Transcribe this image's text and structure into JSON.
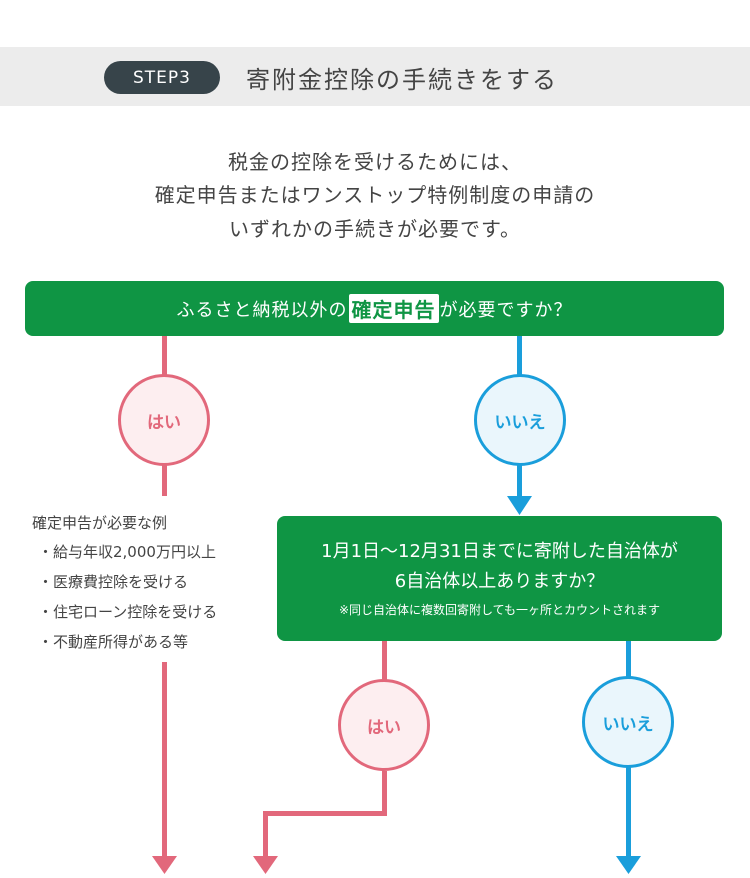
{
  "header": {
    "step_label": "STEP3",
    "title": "寄附金控除の手続きをする"
  },
  "intro": {
    "line1": "税金の控除を受けるためには、",
    "line2": "確定申告またはワンストップ特例制度の申請の",
    "line3": "いずれかの手続きが必要です。"
  },
  "question1": {
    "before": "ふるさと納税以外の",
    "highlight": "確定申告",
    "after": "が必要ですか？"
  },
  "answers": {
    "yes": "はい",
    "no": "いいえ"
  },
  "question2": {
    "line1": "1月1日〜12月31日までに寄附した自治体が",
    "line2": "6自治体以上ありますか？",
    "note": "※同じ自治体に複数回寄附しても一ヶ所とカウントされます"
  },
  "examples": {
    "title": "確定申告が必要な例",
    "items": [
      "・給与年収2,000万円以上",
      "・医療費控除を受ける",
      "・住宅ローン控除を受ける",
      "・不動産所得がある等"
    ]
  },
  "colors": {
    "green": "#0f9544",
    "pink": "#e2687b",
    "blue": "#1a9edb",
    "dark": "#37444a",
    "header_bg": "#ececec"
  }
}
